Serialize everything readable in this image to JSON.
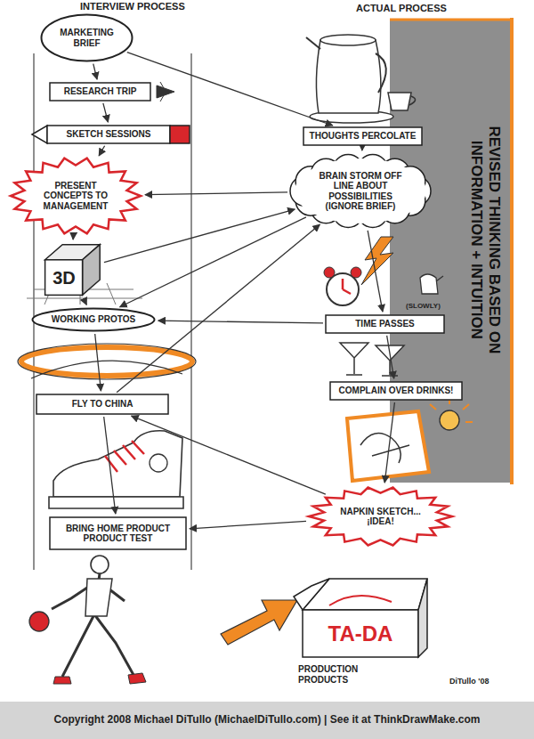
{
  "diagram": {
    "caption": "Copyright 2008 Michael DiTullo (MichaelDiTullo.com) | See it at ThinkDrawMake.com",
    "nodes": [
      {
        "text": [
          "MARKETING BRIEF"
        ]
      },
      {
        "text": [
          "RESEARCH TRIP"
        ]
      },
      {
        "text": [
          "SKETCH SESSIONS"
        ]
      },
      {
        "text": [
          "PRESENT CONCEPTS TO MANAGEMENT"
        ]
      },
      {
        "text": [
          "3D"
        ]
      },
      {
        "text": [
          "WORKING PROTOS"
        ]
      },
      {
        "text": [
          "FLY TO CHINA"
        ]
      },
      {
        "text": [
          "BRING HOME PRODUCT",
          "PRODUCT TEST"
        ]
      },
      {
        "text": [
          "THOUGHTS PERCOLATE"
        ]
      },
      {
        "text": [
          "BRAIN STORM OFF LINE ABOUT POSSIBILITIES (IGNORE BRIEF)"
        ]
      },
      {
        "text": [
          "TIME PASSES"
        ]
      },
      {
        "text": [
          "COMPLAIN OVER DRINKS!"
        ]
      },
      {
        "text": [
          "NAPKIN SKETCH... ¡IDEA!"
        ]
      },
      {
        "text": [
          "TA-DA"
        ]
      }
    ],
    "edges": [
      {
        "from": 0,
        "to": 1,
        "arrow": "to"
      },
      {
        "from": 1,
        "to": 2,
        "arrow": "to"
      },
      {
        "from": 2,
        "to": 3,
        "arrow": "to"
      },
      {
        "from": 3,
        "to": 4,
        "arrow": "to"
      },
      {
        "from": 4,
        "to": 5,
        "arrow": "to"
      },
      {
        "from": 5,
        "to": 6,
        "arrow": "to"
      },
      {
        "from": 6,
        "to": 7,
        "arrow": "to"
      },
      {
        "from": 8,
        "to": 9,
        "arrow": "to"
      },
      {
        "from": 9,
        "to": 10,
        "arrow": "to"
      },
      {
        "from": 10,
        "to": 11,
        "arrow": "to"
      },
      {
        "from": 11,
        "to": 12,
        "arrow": "to"
      },
      {
        "from": 0,
        "to": 8,
        "arrow": "to"
      },
      {
        "from": 9,
        "to": 3,
        "arrow": "to"
      },
      {
        "from": 4,
        "to": 9,
        "arrow": "to"
      },
      {
        "from": 9,
        "to": 5,
        "arrow": "to"
      },
      {
        "from": 10,
        "to": 5,
        "arrow": "to"
      },
      {
        "from": 6,
        "to": 9,
        "arrow": "to"
      },
      {
        "from": 12,
        "to": 6,
        "arrow": "to"
      },
      {
        "from": 12,
        "to": 7,
        "arrow": "to"
      }
    ],
    "labels": [
      "INTERVIEW PROCESS",
      "ACTUAL PROCESS",
      "REVISED THINKING BASED ON INFORMATION + INTUITION",
      "(SLOWLY)",
      "PRODUCTION PRODUCTS",
      "DiTullo '08"
    ]
  }
}
